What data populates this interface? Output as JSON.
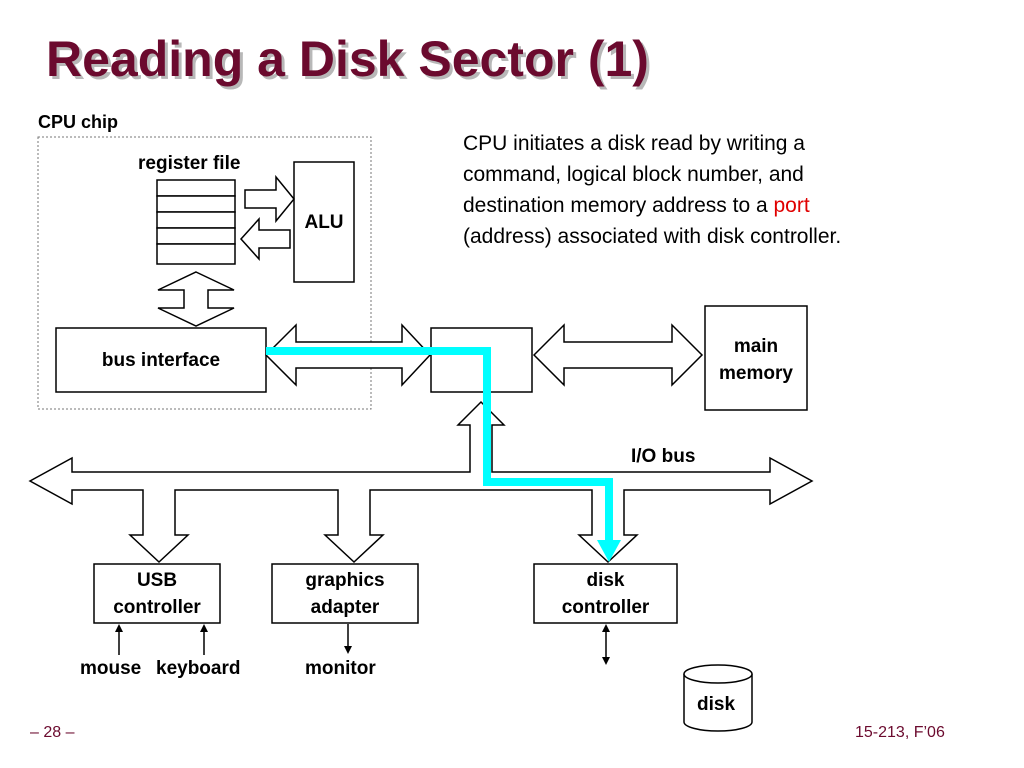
{
  "title": "Reading a Disk Sector (1)",
  "labels": {
    "cpu_chip": "CPU chip",
    "register_file": "register file",
    "alu": "ALU",
    "bus_interface": "bus interface",
    "main_memory_line1": "main",
    "main_memory_line2": "memory",
    "io_bus": "I/O bus",
    "usb_line1": "USB",
    "usb_line2": "controller",
    "graphics_line1": "graphics",
    "graphics_line2": "adapter",
    "disk_ctrl_line1": "disk",
    "disk_ctrl_line2": "controller",
    "mouse": "mouse",
    "keyboard": "keyboard",
    "monitor": "monitor",
    "disk": "disk"
  },
  "description": {
    "line1": "CPU initiates a disk read by writing a",
    "line2": "command, logical block number, and",
    "line3_pre": "destination memory address to a ",
    "line3_highlight": "port",
    "line4": "(address) associated with disk controller."
  },
  "footer": {
    "page": "– 28 –",
    "course": "15-213, F’06"
  },
  "colors": {
    "title": "#6b0a2e",
    "highlight_path": "#00ffff",
    "port_text": "#e00000"
  }
}
